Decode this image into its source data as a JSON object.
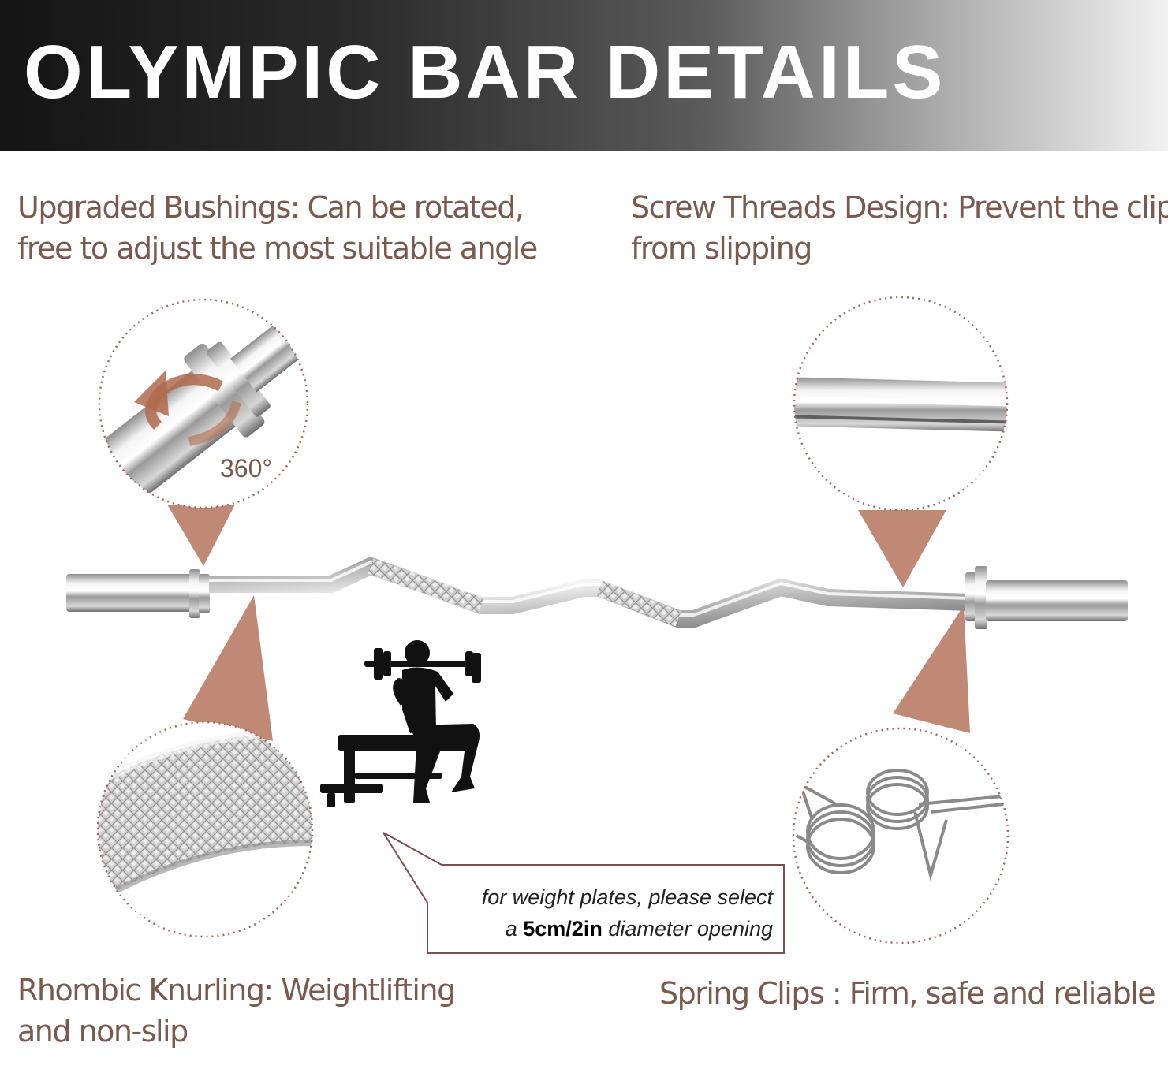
{
  "header": {
    "title": "OLYMPIC BAR DETAILS"
  },
  "features": {
    "bushings": {
      "line1": "Upgraded Bushings: Can be rotated,",
      "line2": "free to adjust the most suitable angle",
      "rotation_label": "360°"
    },
    "threads": {
      "line1": "Screw Threads Design: Prevent the clip",
      "line2": "from slipping"
    },
    "knurling": {
      "line1": "Rhombic Knurling: Weightlifting",
      "line2": "and non-slip"
    },
    "clips": {
      "line1": "Spring Clips : Firm, safe and reliable"
    }
  },
  "note": {
    "line1": "for weight plates, please select",
    "line2_prefix": "a",
    "line2_bold": "5cm/2in",
    "line2_suffix": "diameter opening"
  },
  "colors": {
    "accent": "#b97c66",
    "caption_text": "#7a5a4e",
    "dotted_circle": "#9b6b5c"
  }
}
